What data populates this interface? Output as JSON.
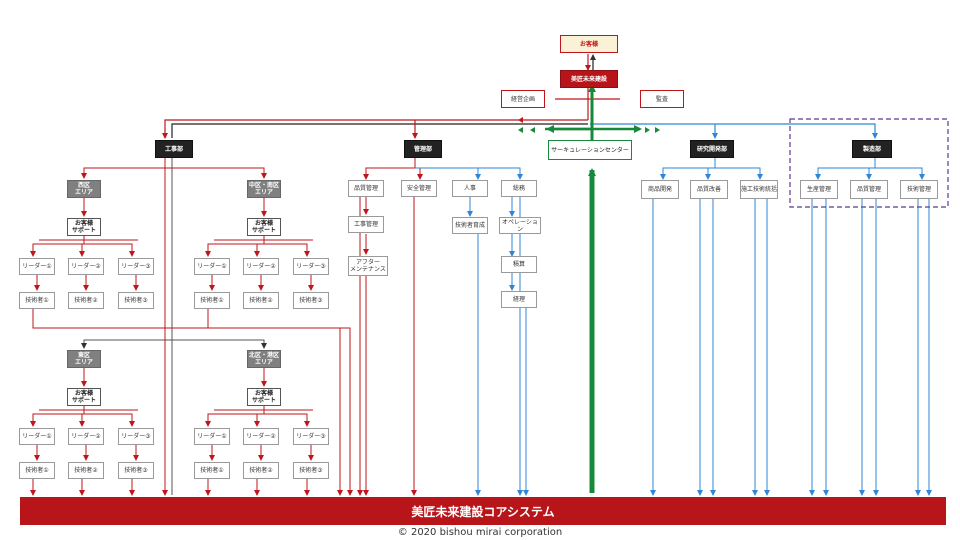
{
  "org": {
    "customer": "お客様",
    "company": "美匠未来建設",
    "planning": "経営企画",
    "audit": "監査",
    "depts": {
      "construction": "工事部",
      "management": "管理部",
      "circulation": "サーキュレーションセンター",
      "rnd": "研究開発部",
      "manufacturing": "製造部"
    },
    "areas": {
      "west": "西区\nエリア",
      "central_south": "中区・南区\nエリア",
      "east": "東区\nエリア",
      "north": "北区・港区\nエリア"
    },
    "support": "お客様\nサポート",
    "leaders": [
      "リーダー①",
      "リーダー②",
      "リーダー③"
    ],
    "techs": [
      "技術者①",
      "技術者②",
      "技術者③"
    ],
    "management_units": {
      "quality": "品質管理",
      "construction_mgmt": "工事管理",
      "after": "アフター\nメンテナンス",
      "safety": "安全管理",
      "hr": "人事",
      "training": "技術者育成",
      "general": "総務",
      "operations": "オペレーション",
      "accounting": "積算",
      "finance": "経理"
    },
    "rnd_units": [
      "商品開発",
      "品質改善",
      "施工技術統括"
    ],
    "mfg_units": [
      "生産管理",
      "品質管理",
      "技術管理"
    ]
  },
  "core_system": "美匠未来建設コアシステム",
  "copyright": "© 2020 bishou mirai corporation",
  "colors": {
    "red": "#c0161b",
    "green": "#17893a",
    "blue": "#2f86d6",
    "dark": "#222222",
    "purple": "#5c3b8e"
  }
}
